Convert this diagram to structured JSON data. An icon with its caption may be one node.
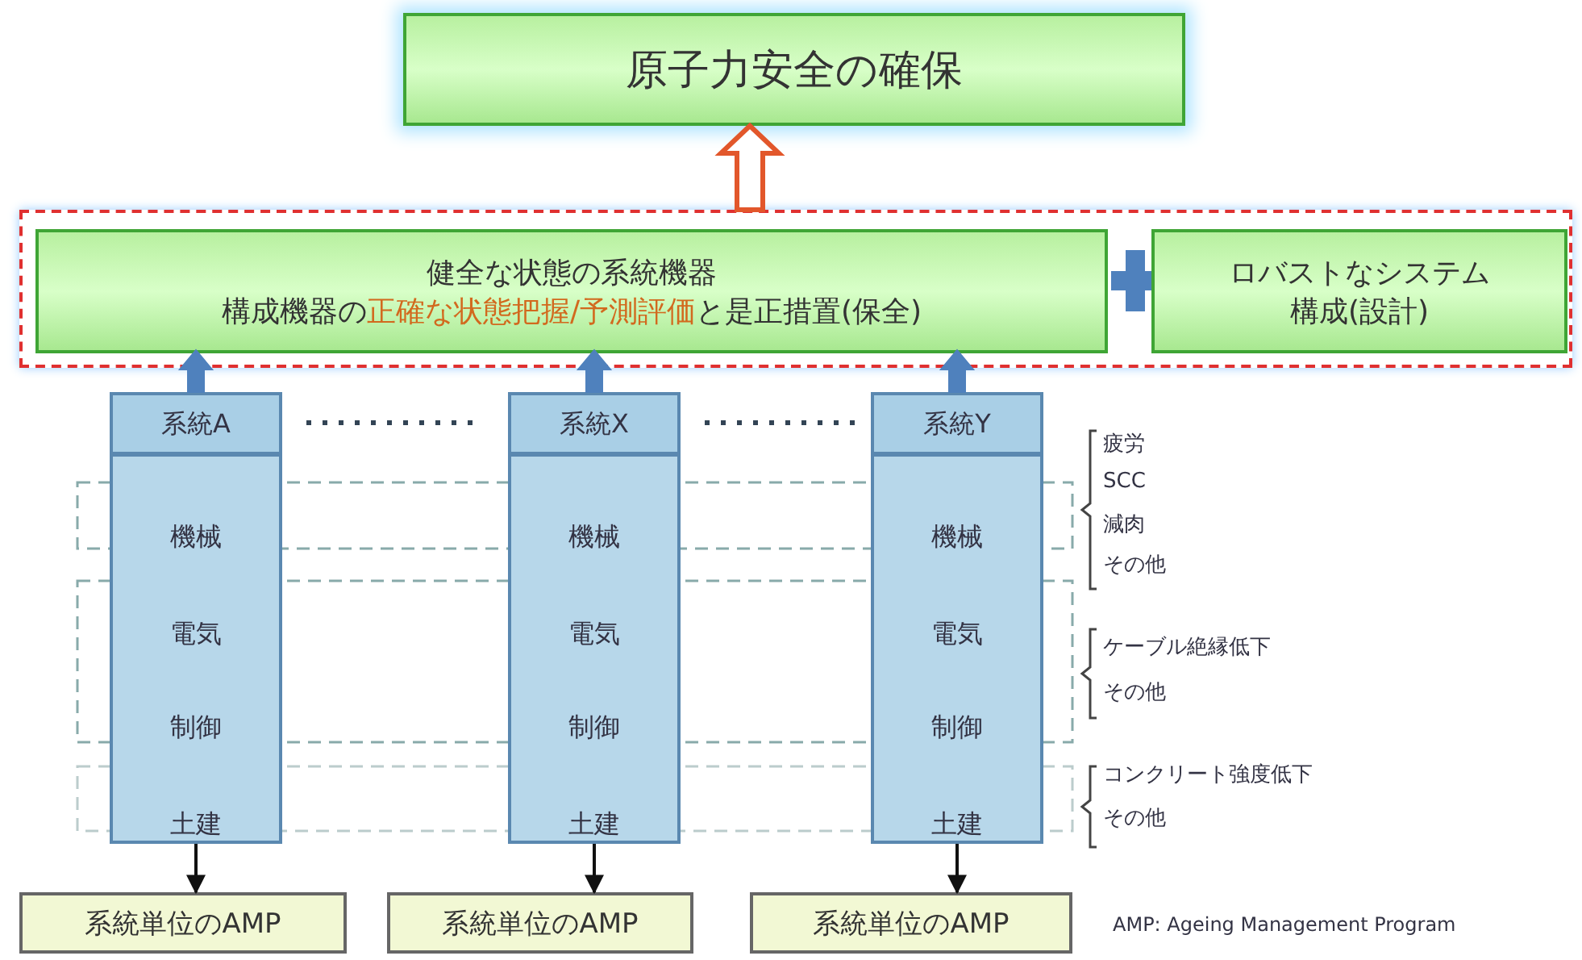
{
  "diagram": {
    "nodes": [
      {
        "text": [
          "原子力安全の確保"
        ]
      },
      {
        "text": [],
        "shape": "box"
      },
      {
        "text": [
          "健全な状態の系統機器",
          "構成機器の**正確な状態把握/予測評価**と是正措置(保全)"
        ],
        "in": 1
      },
      {
        "text": [
          "ロバストなシステム構成(設計)"
        ],
        "in": 1
      },
      {
        "text": [
          "系統A",
          "機械",
          "電気",
          "制御",
          "土建"
        ]
      },
      {
        "text": [
          "系統X",
          "機械",
          "電気",
          "制御",
          "土建"
        ]
      },
      {
        "text": [
          "系統Y",
          "機械",
          "電気",
          "制御",
          "土建"
        ]
      },
      {
        "text": [
          "系統単位のAMP"
        ]
      },
      {
        "text": [
          "系統単位のAMP"
        ]
      },
      {
        "text": [
          "系統単位のAMP"
        ]
      }
    ],
    "edges": [
      {
        "from": 1,
        "to": 0,
        "arrow": "to",
        "style": "thick",
        "color": "#e2572b"
      },
      {
        "from": 4,
        "to": 2,
        "arrow": "to",
        "style": "thick",
        "color": "#4f81bd"
      },
      {
        "from": 5,
        "to": 2,
        "arrow": "to",
        "style": "thick",
        "color": "#4f81bd"
      },
      {
        "from": 6,
        "to": 2,
        "arrow": "to",
        "style": "thick",
        "color": "#4f81bd"
      },
      {
        "from": 4,
        "to": 7,
        "arrow": "to"
      },
      {
        "from": 5,
        "to": 8,
        "arrow": "to"
      },
      {
        "from": 6,
        "to": 9,
        "arrow": "to"
      }
    ],
    "labels": [
      "疲労",
      "SCC",
      "減肉",
      "その他",
      "ケーブル絶縁低下",
      "その他",
      "コンクリート強度低下",
      "その他",
      "AMP: Ageing Management Program"
    ]
  }
}
